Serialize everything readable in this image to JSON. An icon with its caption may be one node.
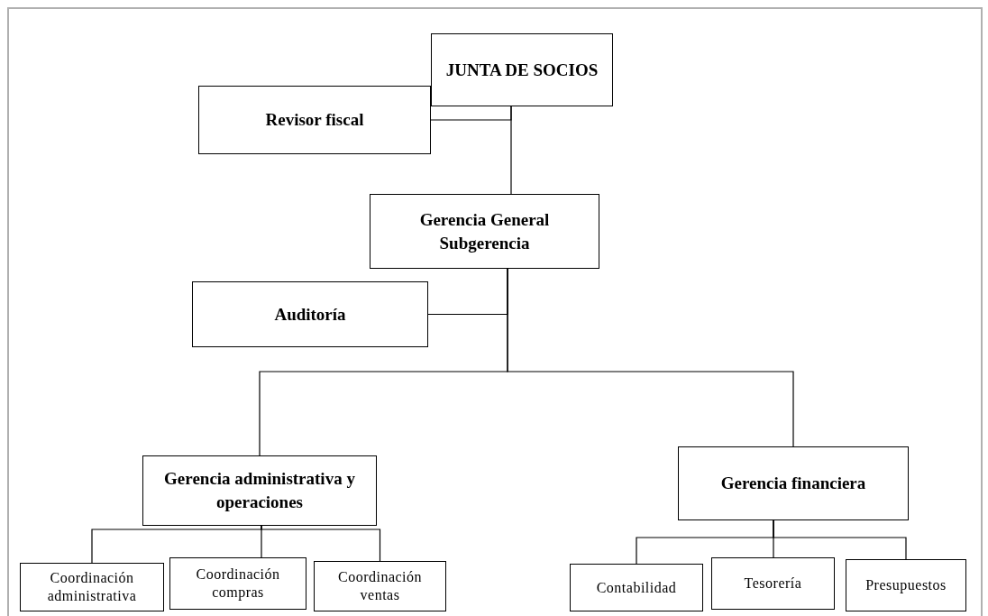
{
  "diagram": {
    "nodes": [
      {
        "text": [
          "JUNTA DE SOCIOS"
        ]
      },
      {
        "text": [
          "Revisor fiscal"
        ]
      },
      {
        "text": [
          "Gerencia General Subgerencia"
        ]
      },
      {
        "text": [
          "Auditoría"
        ]
      },
      {
        "text": [
          "Gerencia administrativa y operaciones"
        ]
      },
      {
        "text": [
          "Gerencia financiera"
        ]
      },
      {
        "text": [
          "Coordinación administrativa"
        ]
      },
      {
        "text": [
          "Coordinación compras"
        ]
      },
      {
        "text": [
          "Coordinación ventas"
        ]
      },
      {
        "text": [
          "Contabilidad"
        ]
      },
      {
        "text": [
          "Tesorería"
        ]
      },
      {
        "text": [
          "Presupuestos"
        ]
      }
    ],
    "edges": [
      {
        "from": 0,
        "to": 1,
        "arrow": "none"
      },
      {
        "from": 0,
        "to": 2,
        "arrow": "none"
      },
      {
        "from": 2,
        "to": 3,
        "arrow": "none"
      },
      {
        "from": 2,
        "to": 4,
        "arrow": "none"
      },
      {
        "from": 2,
        "to": 5,
        "arrow": "none"
      },
      {
        "from": 4,
        "to": 6,
        "arrow": "none"
      },
      {
        "from": 4,
        "to": 7,
        "arrow": "none"
      },
      {
        "from": 4,
        "to": 8,
        "arrow": "none"
      },
      {
        "from": 5,
        "to": 9,
        "arrow": "none"
      },
      {
        "from": 5,
        "to": 10,
        "arrow": "none"
      },
      {
        "from": 5,
        "to": 11,
        "arrow": "none"
      }
    ]
  }
}
